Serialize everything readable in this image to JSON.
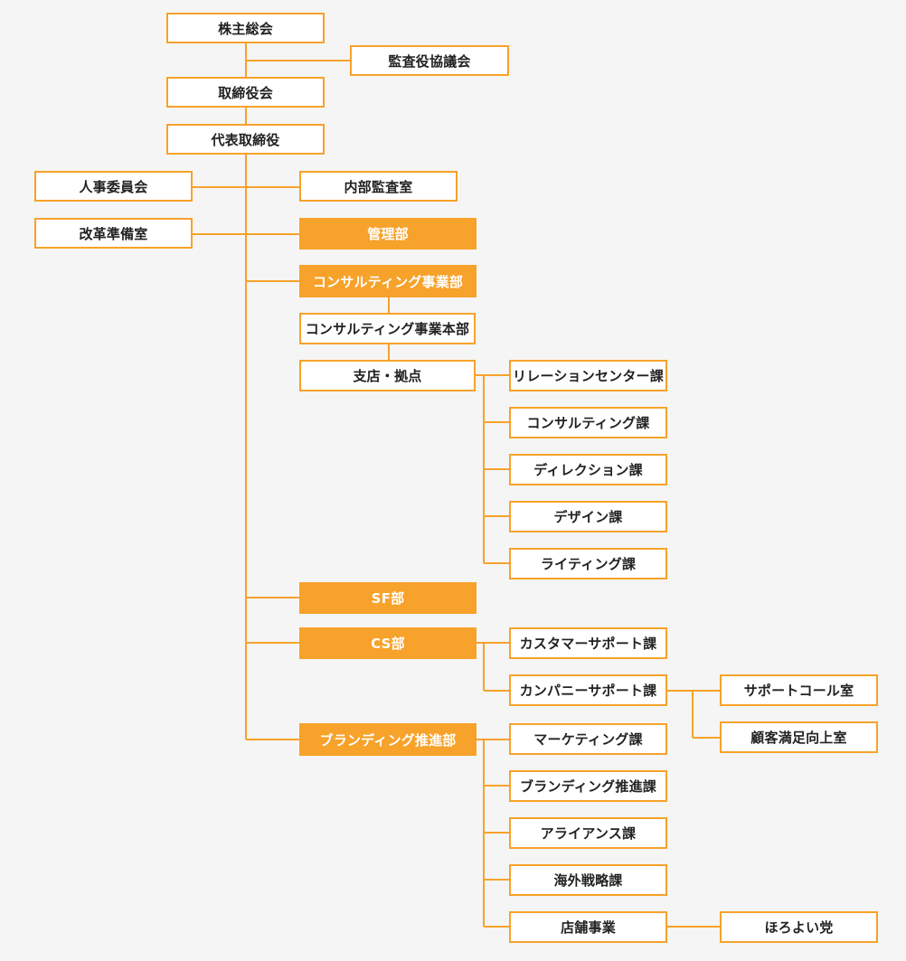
{
  "org": {
    "shareholders_meeting": "株主総会",
    "audit_committee": "監査役協議会",
    "board": "取締役会",
    "representative_director": "代表取締役",
    "hr_committee": "人事委員会",
    "internal_audit": "内部監査室",
    "reform_office": "改革準備室",
    "admin_dept": "管理部",
    "consulting_dept": "コンサルティング事業部",
    "consulting_hq": "コンサルティング事業本部",
    "branches": "支店・拠点",
    "relation_center": "リレーションセンター課",
    "consulting_section": "コンサルティング課",
    "direction_section": "ディレクション課",
    "design_section": "デザイン課",
    "writing_section": "ライティング課",
    "sf_dept": "SF部",
    "cs_dept": "CS部",
    "customer_support": "カスタマーサポート課",
    "company_support": "カンパニーサポート課",
    "support_call": "サポートコール室",
    "customer_satisfaction": "顧客満足向上室",
    "branding_dept": "ブランディング推進部",
    "marketing_section": "マーケティング課",
    "branding_section": "ブランディング推進課",
    "alliance_section": "アライアンス課",
    "overseas_section": "海外戦略課",
    "store_business": "店舗事業",
    "horoyoi": "ほろよい党"
  }
}
